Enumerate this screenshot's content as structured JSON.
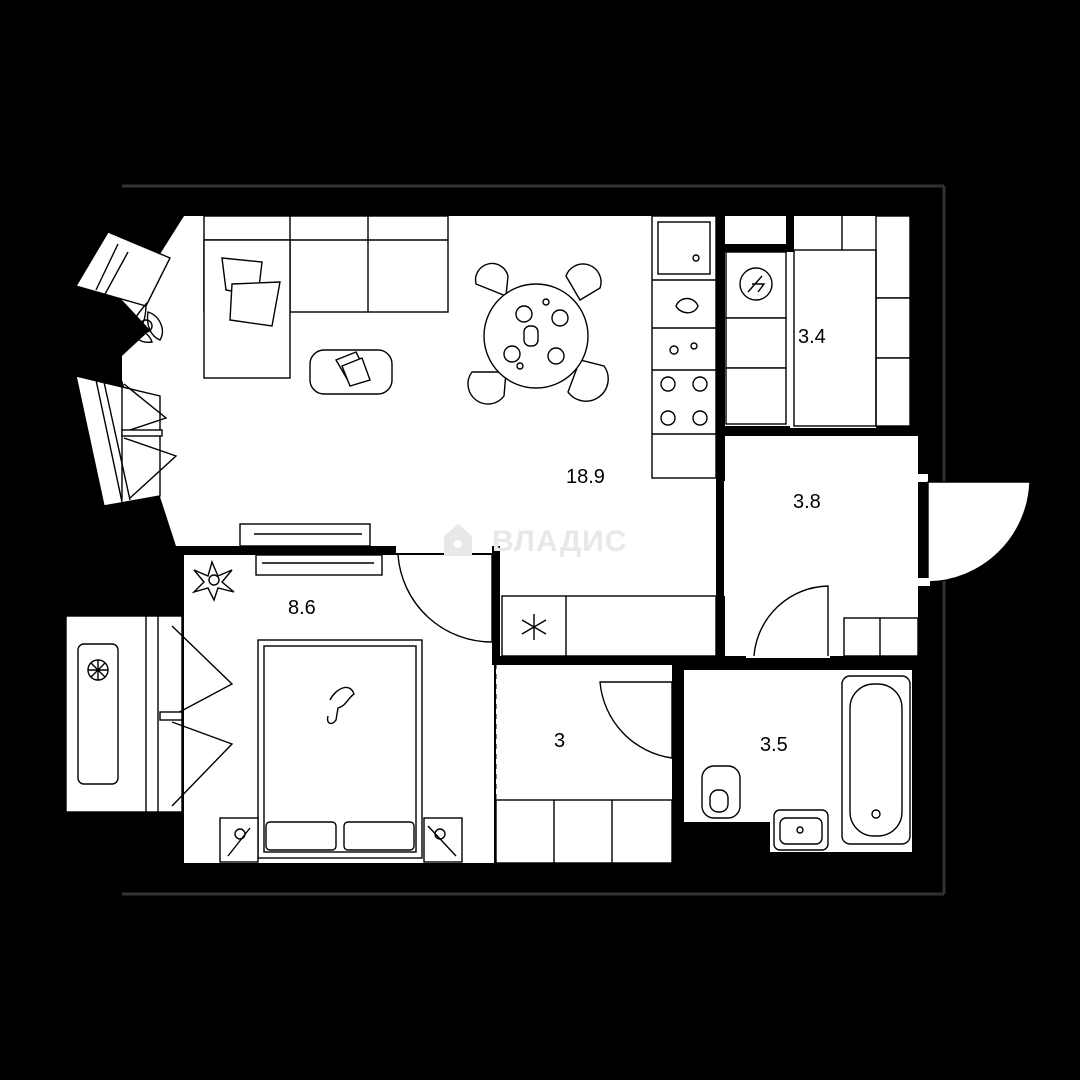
{
  "watermark": {
    "text": "ВЛАДИС"
  },
  "rooms": {
    "living_kitchen": {
      "area": "18.9"
    },
    "bedroom": {
      "area": "8.6"
    },
    "storage": {
      "area": "3.4"
    },
    "hallway": {
      "area": "3.8"
    },
    "corridor": {
      "area": "3"
    },
    "bathroom": {
      "area": "3.5"
    }
  },
  "colors": {
    "background": "#000000",
    "floor": "#ffffff",
    "walls": "#000000",
    "watermark": "#e8e8e8"
  }
}
